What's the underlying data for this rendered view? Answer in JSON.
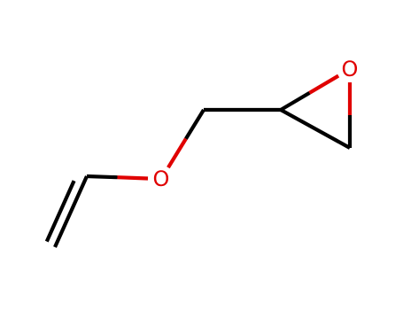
{
  "molecule": {
    "atoms": [
      {
        "id": "C1",
        "symbol": "C"
      },
      {
        "id": "C2",
        "symbol": "C"
      },
      {
        "id": "O3",
        "symbol": "O",
        "label": "O"
      },
      {
        "id": "C4",
        "symbol": "C"
      },
      {
        "id": "C5",
        "symbol": "C"
      },
      {
        "id": "O6",
        "symbol": "O",
        "label": "O"
      },
      {
        "id": "C7",
        "symbol": "C"
      }
    ],
    "bonds": [
      {
        "id": "b1",
        "from": "C1",
        "to": "C2",
        "order": 2
      },
      {
        "id": "b2",
        "from": "C2",
        "to": "O3",
        "order": 1
      },
      {
        "id": "b3",
        "from": "O3",
        "to": "C4",
        "order": 1
      },
      {
        "id": "b4",
        "from": "C4",
        "to": "C5",
        "order": 1
      },
      {
        "id": "b5",
        "from": "C5",
        "to": "O6",
        "order": 1
      },
      {
        "id": "b6",
        "from": "O6",
        "to": "C7",
        "order": 1
      },
      {
        "id": "b7",
        "from": "C7",
        "to": "C5",
        "order": 1
      }
    ]
  },
  "colors": {
    "carbon_bond": "#000000",
    "oxygen": "#e00000",
    "background": "#ffffff"
  }
}
